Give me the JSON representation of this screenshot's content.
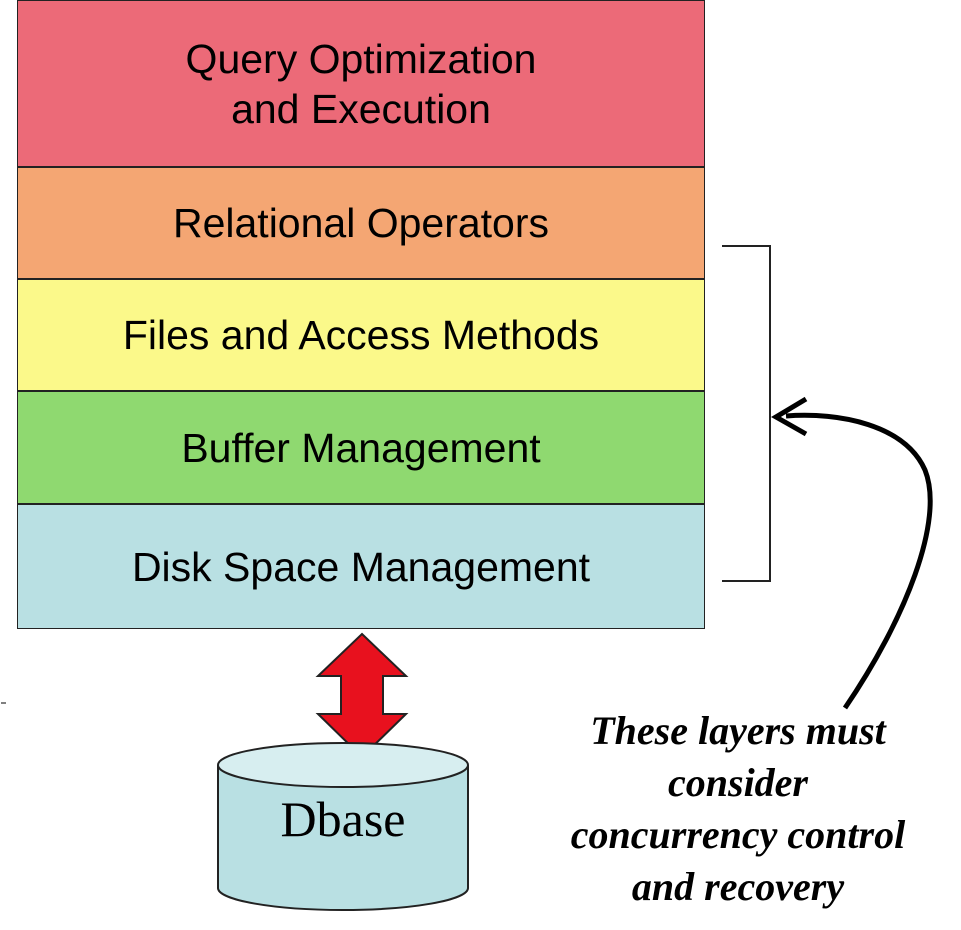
{
  "layers": [
    {
      "lines": [
        "Query Optimization",
        "and Execution"
      ],
      "color": "#ec6a78"
    },
    {
      "lines": [
        "Relational Operators"
      ],
      "color": "#f4a673"
    },
    {
      "lines": [
        "Files and Access Methods"
      ],
      "color": "#fbf98a"
    },
    {
      "lines": [
        "Buffer Management"
      ],
      "color": "#8fd970"
    },
    {
      "lines": [
        "Disk Space Management"
      ],
      "color": "#b9e0e3"
    }
  ],
  "database": {
    "label": "Dbase",
    "color": "#b9e0e3"
  },
  "arrow_color": "#e8111e",
  "note": {
    "lines": [
      "These layers must",
      "consider",
      "concurrency control",
      "and recovery"
    ]
  }
}
